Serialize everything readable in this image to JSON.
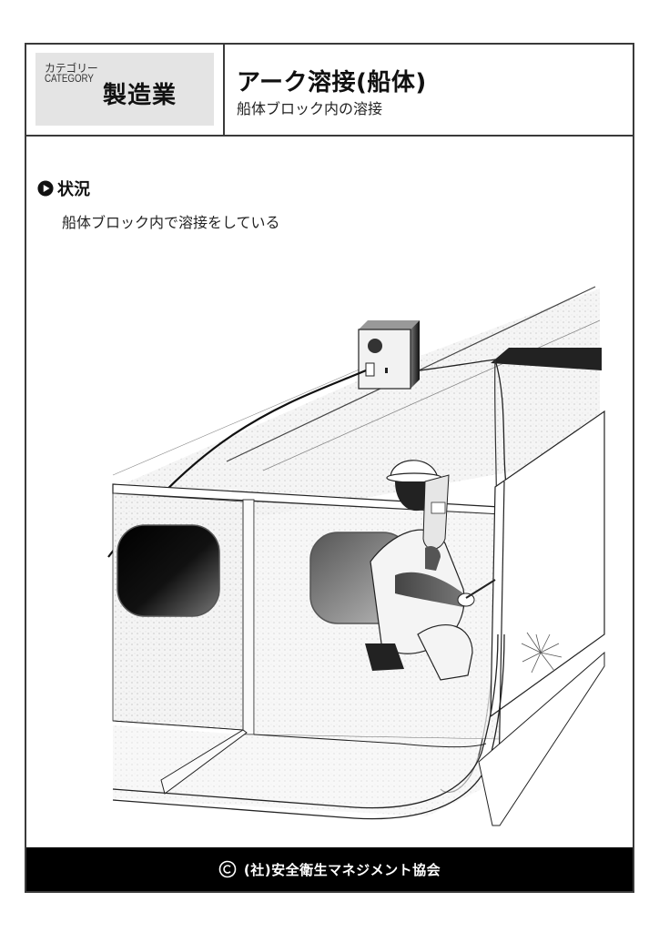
{
  "header": {
    "category_label_jp": "カテゴリー",
    "category_label_en": "CATEGORY",
    "category_value": "製造業",
    "title": "アーク溶接(船体)",
    "subtitle": "船体ブロック内の溶接"
  },
  "section": {
    "icon": "play-circle-icon",
    "label": "状況",
    "description": "船体ブロック内で溶接をしている"
  },
  "illustration": {
    "alt": "Worker in helmet and welding face shield crouching inside a hull block, arc welding a steel plate; welding power source box on the deck above with cables running down",
    "elements": [
      "welding-machine",
      "worker",
      "face-shield",
      "welding-torch",
      "arc-spark",
      "hull-block",
      "manhole-openings",
      "cable"
    ]
  },
  "footer": {
    "copyright_icon": "copyright-icon",
    "text": "(社)安全衛生マネジメント協会"
  },
  "colors": {
    "frame": "#3a3a3a",
    "category_bg": "#e4e4e4",
    "footer_bg": "#000000",
    "footer_text": "#ffffff"
  }
}
